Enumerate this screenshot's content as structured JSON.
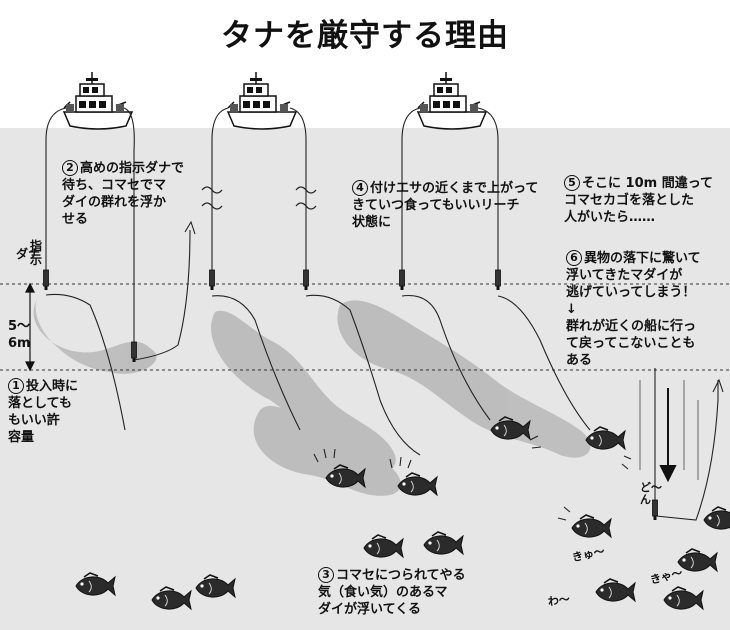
{
  "title": "タナを厳守する理由",
  "labels": {
    "tana": "ダナ",
    "shiji": "指示",
    "range_top": "5〜",
    "range_bottom": "6m",
    "sound_doon": "ど〜ん",
    "sound_kyu1": "きゅ〜",
    "sound_kyu2": "きゃ〜",
    "sound_wa": "わ〜",
    "tilde_mark": "〜"
  },
  "notes": [
    {
      "num": "1",
      "text": "投入時に\n落としても\nもいい許\n容量"
    },
    {
      "num": "2",
      "text": "高めの指示ダナで\n待ち、コマセでマ\nダイの群れを浮か\nせる"
    },
    {
      "num": "3",
      "text": "コマセにつられてやる\n気（食い気）のあるマ\nダイが浮いてくる"
    },
    {
      "num": "4",
      "text": "付けエサの近くまで上がって\nきていつ食ってもいいリーチ\n状態に"
    },
    {
      "num": "5",
      "text": "そこに 10m 間違って\nコマセカゴを落とした\n人がいたら……"
    },
    {
      "num": "6",
      "text": "異物の落下に驚いて\n浮いてきたマダイが\n逃げていってしまう！\n↓\n群れが近くの船に行っ\nて戻ってこないことも\nある"
    }
  ]
}
